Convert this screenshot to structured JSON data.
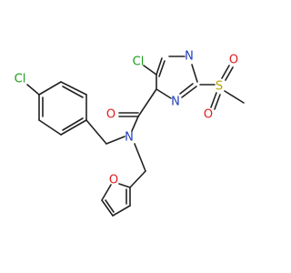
{
  "molecule": {
    "atom_labels": {
      "cl_ring_pyrimidine": "Cl",
      "n_ring_top": "N",
      "n_ring_bottom": "N",
      "o_carbonyl": "O",
      "n_amide": "N",
      "s_sulfonyl": "S",
      "o_sulfonyl_top": "O",
      "o_sulfonyl_bottom": "O",
      "cl_phenyl": "Cl",
      "o_furan": "O"
    },
    "colors": {
      "chlorine": "#1a9e1a",
      "nitrogen": "#1f3fbf",
      "oxygen": "#e01b1b",
      "sulfur": "#b5a200",
      "bond": "#222222"
    }
  }
}
